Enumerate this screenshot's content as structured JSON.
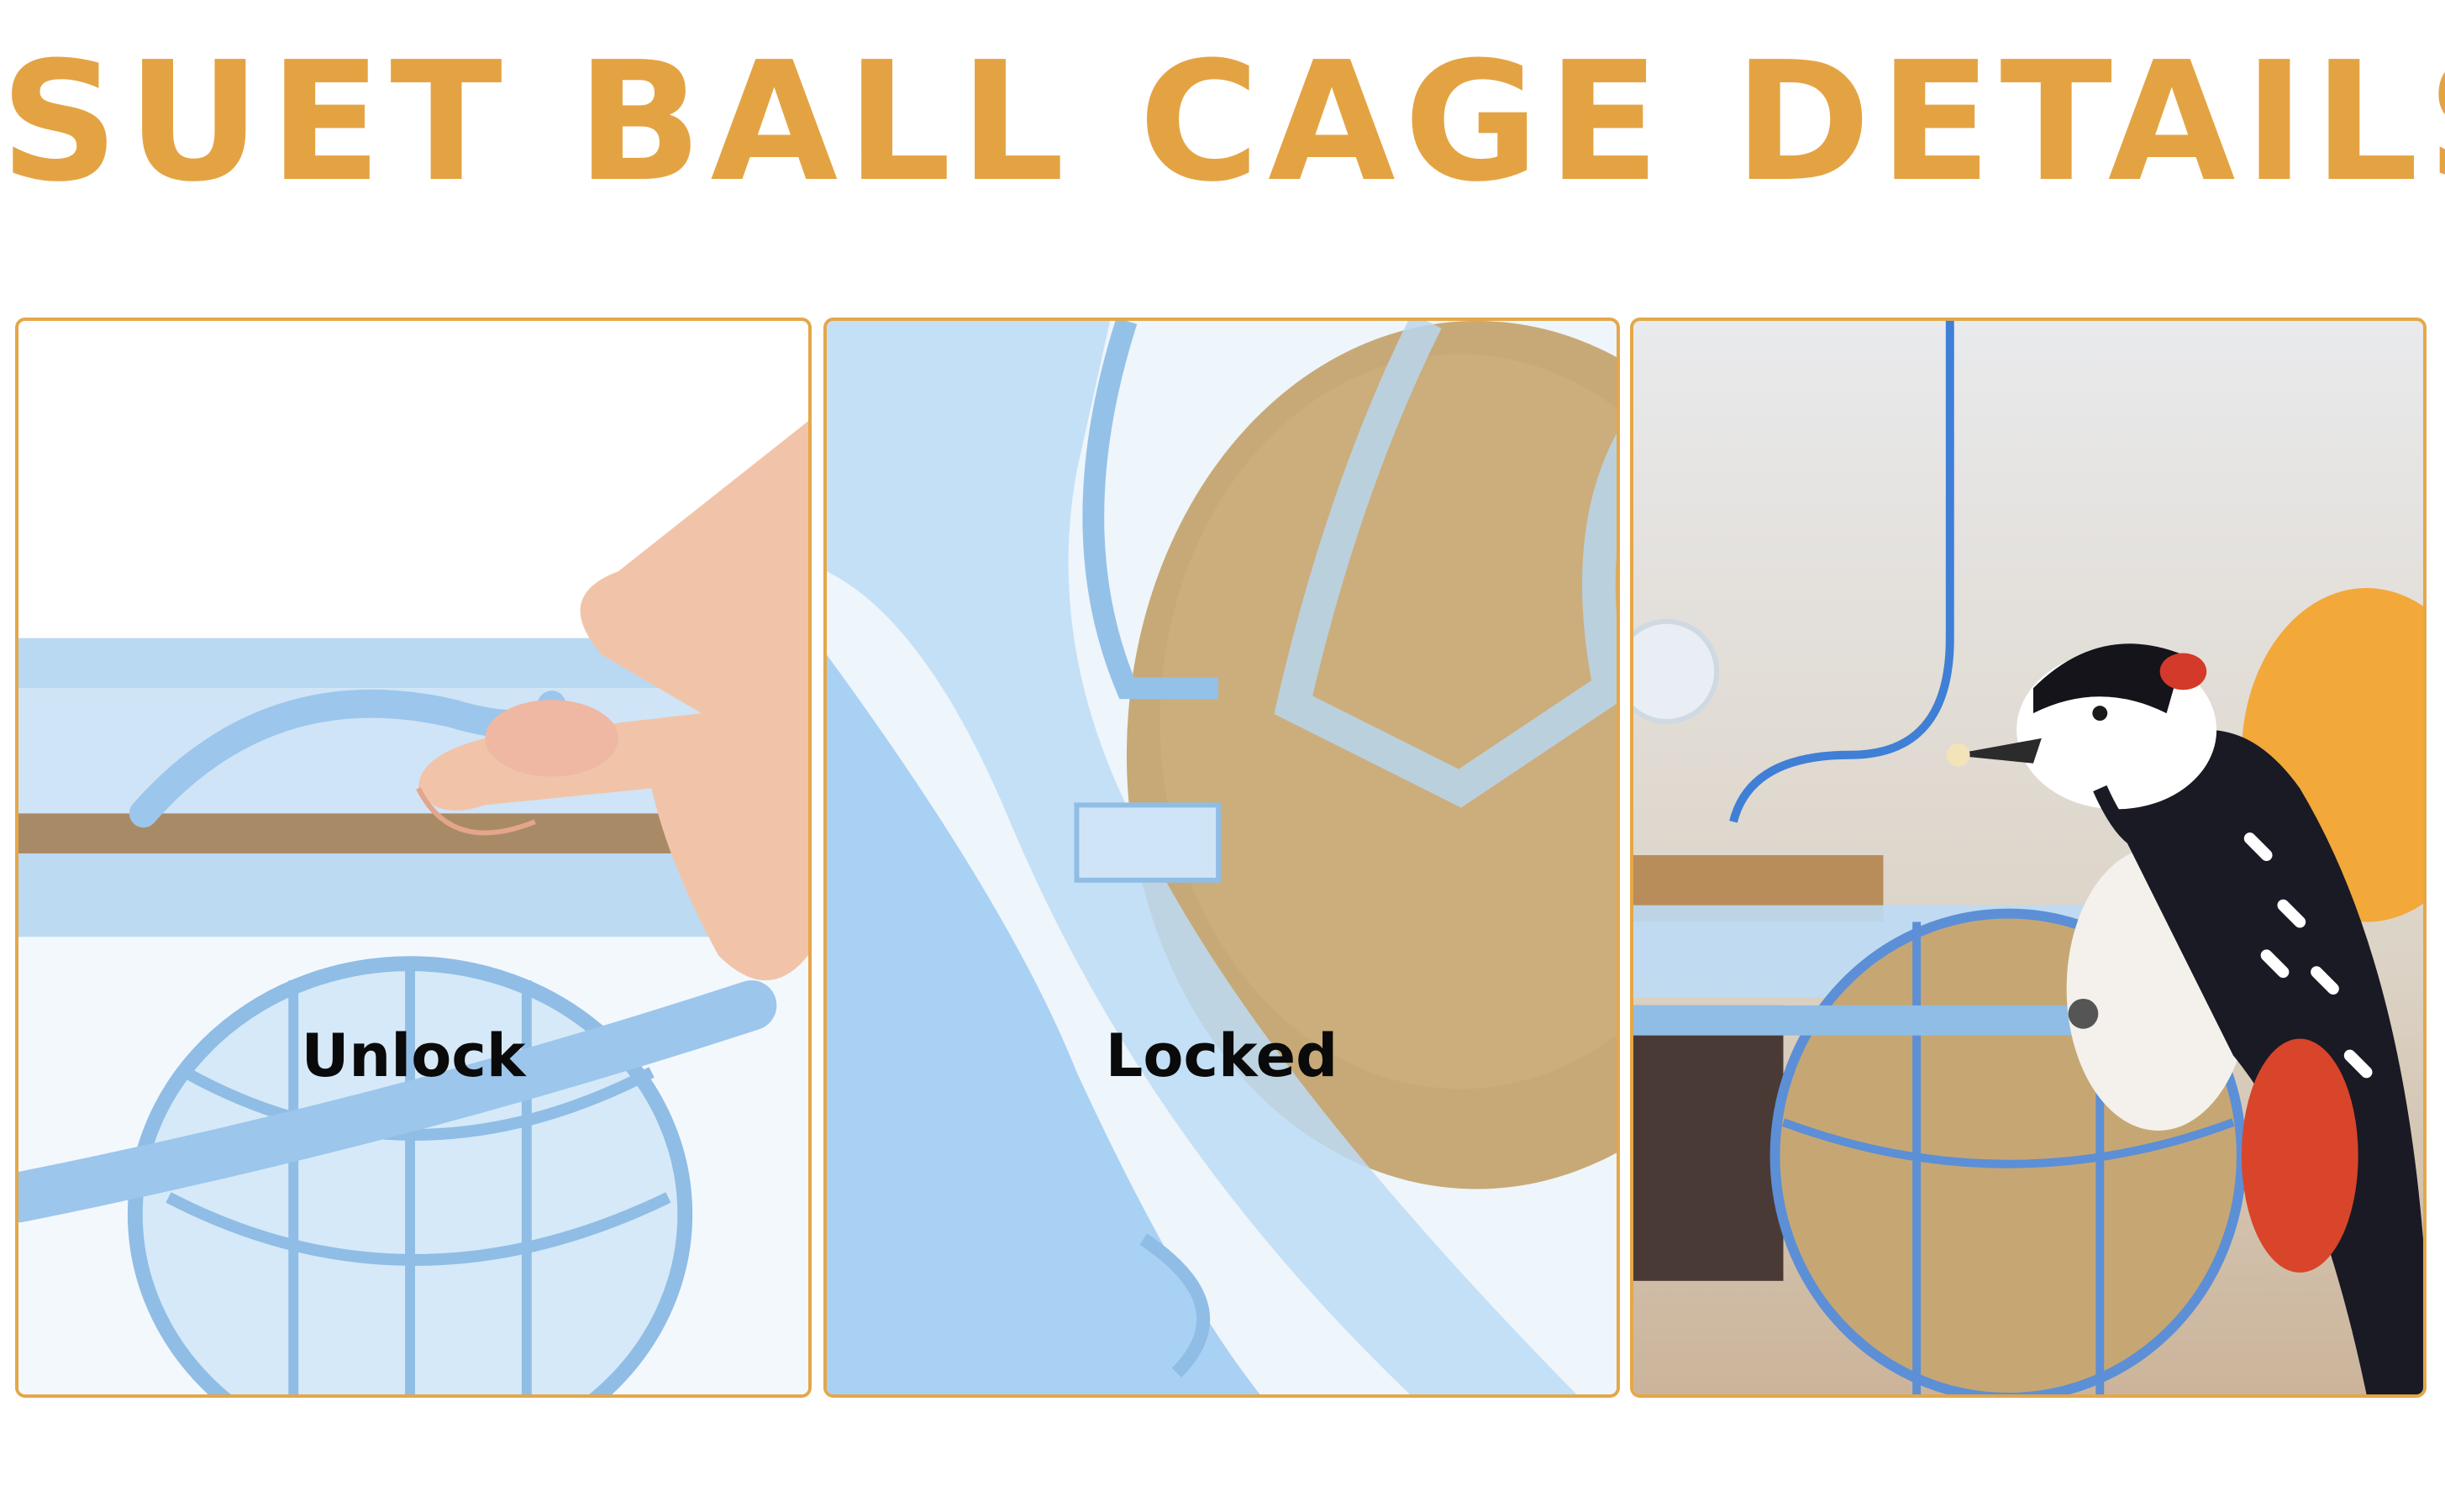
{
  "title": "SUET BALL CAGE DETAILS",
  "colors": {
    "title": "#e4a343",
    "border": "#e4a749",
    "cage_blue": "#9cc6ec",
    "suet": "#c7a977"
  },
  "panels": [
    {
      "caption": "Unlock"
    },
    {
      "caption": "Locked"
    },
    {
      "caption": ""
    }
  ]
}
